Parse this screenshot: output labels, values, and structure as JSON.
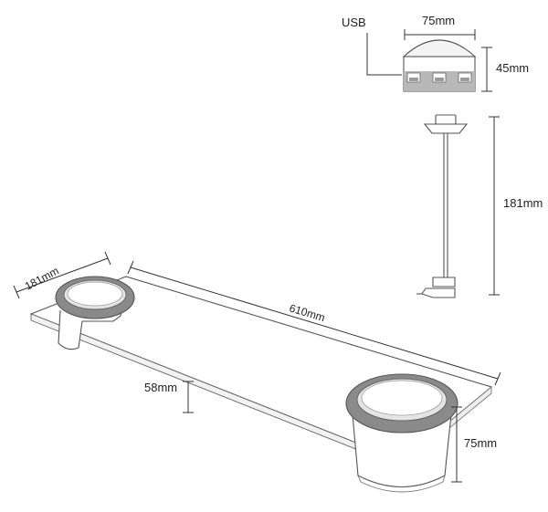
{
  "diagram": {
    "labels": {
      "usb": "USB",
      "hub_width": "75mm",
      "hub_height": "45mm",
      "cable_length": "181mm",
      "shelf_depth": "181mm",
      "shelf_length": "610mm",
      "bracket_height": "58mm",
      "holder_height": "75mm"
    },
    "colors": {
      "line": "#555555",
      "ring": "#8a8a8a",
      "ring_inner": "#e4e4e4",
      "port": "#9a9a9a",
      "hub_band": "#b8b8b8"
    }
  }
}
